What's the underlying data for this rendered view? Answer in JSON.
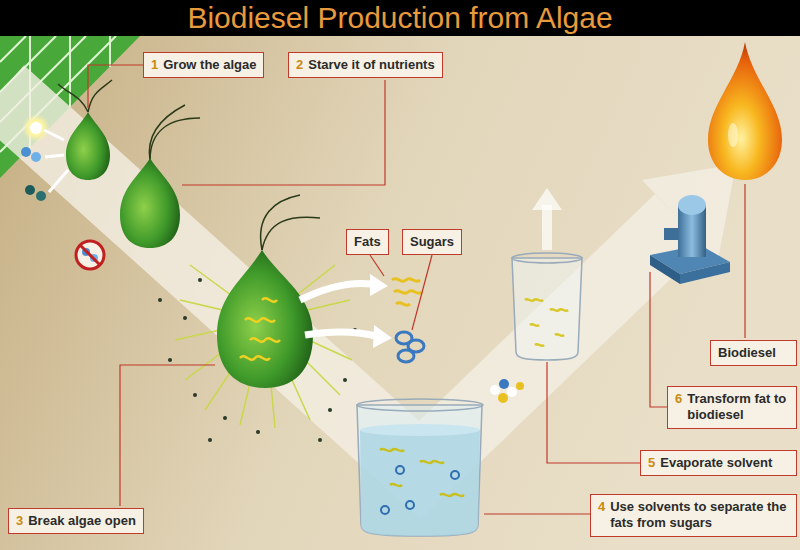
{
  "diagram": {
    "title": "Biodiesel Production from Algae",
    "nodes": [
      {
        "text": [
          "1",
          "Grow the algae"
        ]
      },
      {
        "text": [
          "2",
          "Starve it of nutrients"
        ]
      },
      {
        "text": [
          "Fats"
        ]
      },
      {
        "text": [
          "Sugars"
        ]
      },
      {
        "text": [
          "Biodiesel"
        ]
      },
      {
        "text": [
          "6",
          "Transform fat to biodiesel"
        ]
      },
      {
        "text": [
          "5",
          "Evaporate solvent"
        ]
      },
      {
        "text": [
          "3",
          "Break algae open"
        ]
      },
      {
        "text": [
          "4",
          "Use solvents to separate the fats from sugars"
        ]
      }
    ]
  }
}
